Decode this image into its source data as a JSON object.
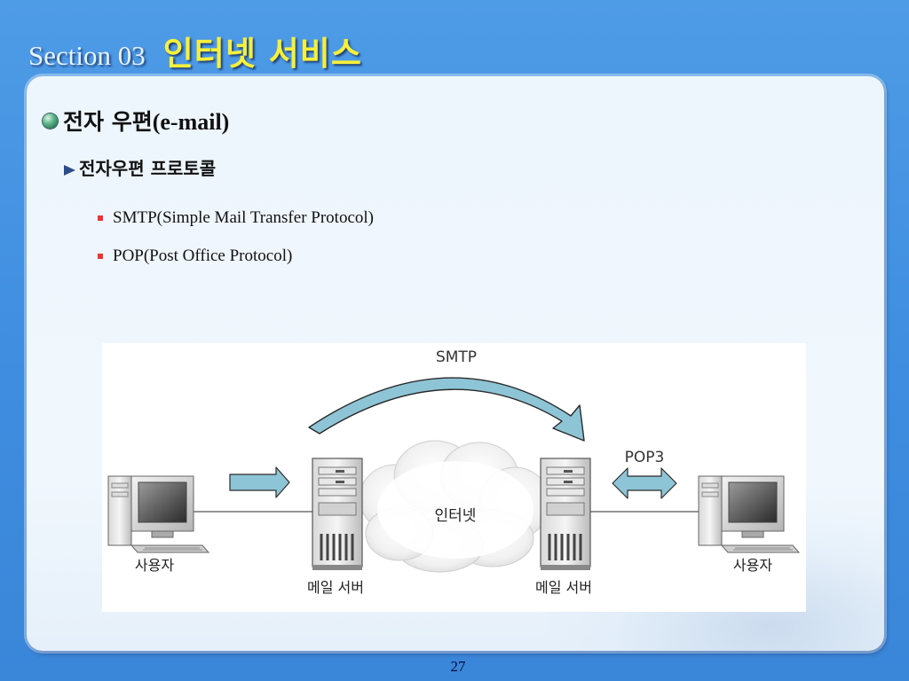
{
  "header": {
    "section_label": "Section 03",
    "section_title": "인터넷 서비스"
  },
  "content": {
    "heading_ko": "전자 우편",
    "heading_en": "(e-mail)",
    "subheading": "전자우편 프로토콜",
    "items": [
      "SMTP(Simple Mail Transfer Protocol)",
      "POP(Post Office Protocol)"
    ]
  },
  "diagram": {
    "smtp_label": "SMTP",
    "pop3_label": "POP3",
    "internet_label": "인터넷",
    "left_user_label": "사용자",
    "right_user_label": "사용자",
    "left_server_label": "메일 서버",
    "right_server_label": "메일 서버"
  },
  "footer": {
    "page_number": "27"
  },
  "colors": {
    "background": "#4a95e3",
    "title": "#f6f03a",
    "arrow_fill": "#8ec5d6"
  }
}
